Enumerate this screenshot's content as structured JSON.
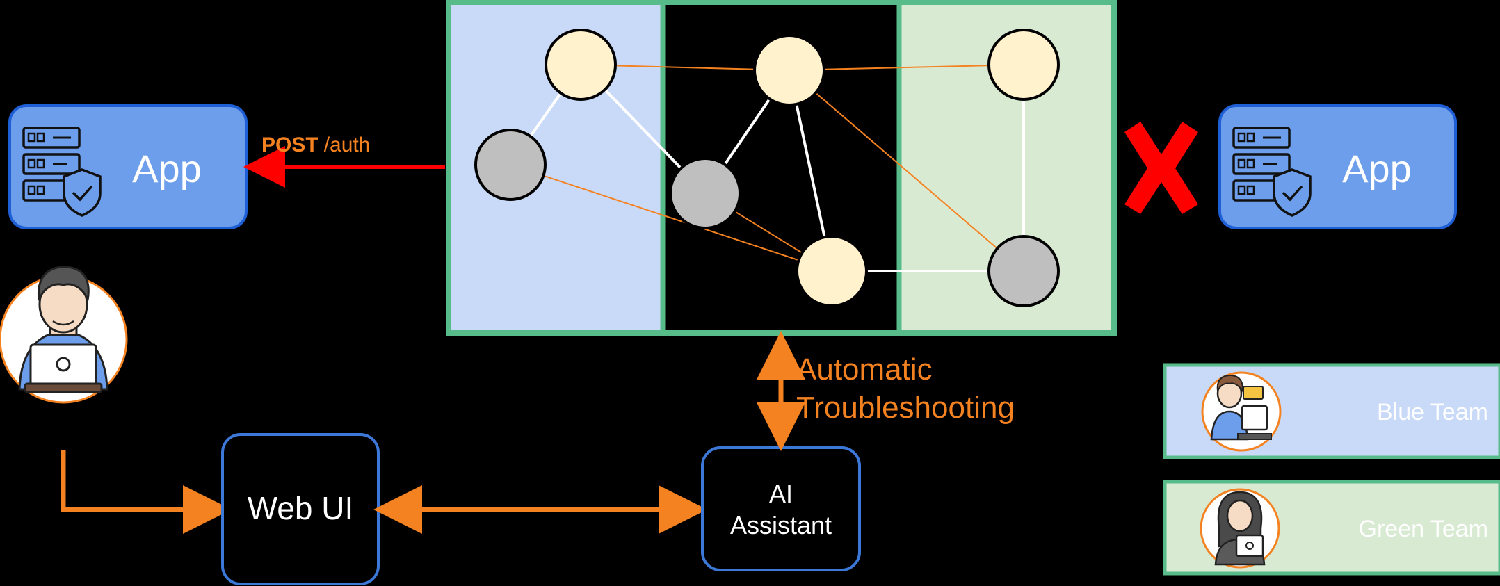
{
  "colors": {
    "background": "#000000",
    "app_box_fill": "#6d9eeb",
    "app_box_stroke": "#1f5fd6",
    "cluster_border": "#57bb8a",
    "blue_zone": "#c9daf8",
    "green_zone": "#d9ead3",
    "node_light": "#fff2cc",
    "node_gray": "#bfbfbf",
    "edge_orange": "#f58220",
    "edge_white": "#ffffff",
    "flow_orange": "#f58220",
    "request_red": "#ff0000",
    "cross_red": "#ff0000",
    "legend_text": "#ffffff"
  },
  "left_app": {
    "label": "App",
    "icon": "server-shield-icon"
  },
  "right_app": {
    "label": "App",
    "icon": "server-shield-icon",
    "status_icon": "red-cross-icon"
  },
  "request": {
    "method": "POST",
    "path": "/auth"
  },
  "user": {
    "icon": "developer-laptop-avatar-icon"
  },
  "web_ui": {
    "label": "Web UI"
  },
  "ai_assistant": {
    "line1": "AI",
    "line2": "Assistant"
  },
  "troubleshooting": {
    "line1": "Automatic",
    "line2": "Troubleshooting"
  },
  "legend": {
    "blue_team": {
      "label": "Blue Team",
      "icon": "developer-avatar-icon"
    },
    "green_team": {
      "label": "Green Team",
      "icon": "woman-laptop-avatar-icon"
    }
  }
}
